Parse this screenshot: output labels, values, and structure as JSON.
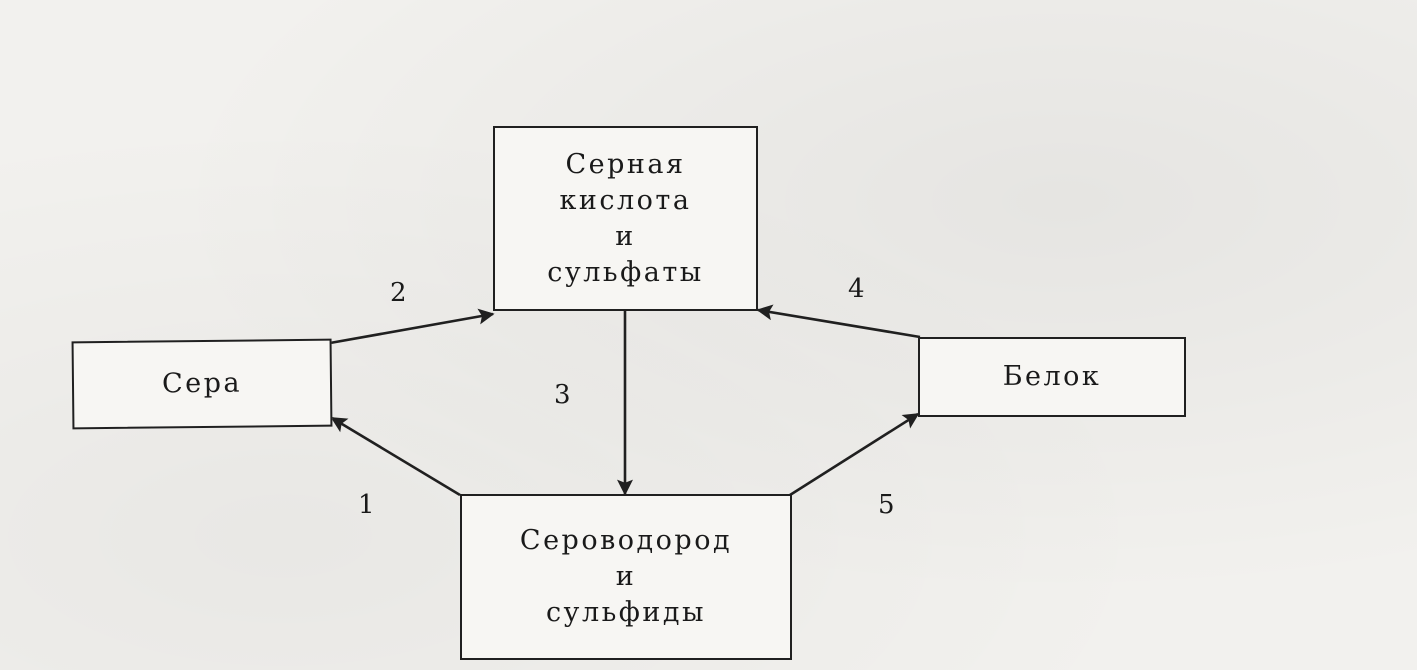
{
  "nodes": {
    "sulfuric": {
      "lines": [
        "Серная",
        "кислота",
        "и",
        "сульфаты"
      ]
    },
    "sulfur": {
      "lines": [
        "Сера"
      ]
    },
    "protein": {
      "lines": [
        "Белок"
      ]
    },
    "hydrogen_sulfide": {
      "lines": [
        "Сероводород",
        "и",
        "сульфиды"
      ]
    }
  },
  "edges": [
    {
      "label": "1",
      "from": "hydrogen_sulfide",
      "to": "sulfur"
    },
    {
      "label": "2",
      "from": "sulfur",
      "to": "sulfuric"
    },
    {
      "label": "3",
      "from": "sulfuric",
      "to": "hydrogen_sulfide"
    },
    {
      "label": "4",
      "from": "protein",
      "to": "sulfuric"
    },
    {
      "label": "5",
      "from": "hydrogen_sulfide",
      "to": "protein"
    }
  ]
}
